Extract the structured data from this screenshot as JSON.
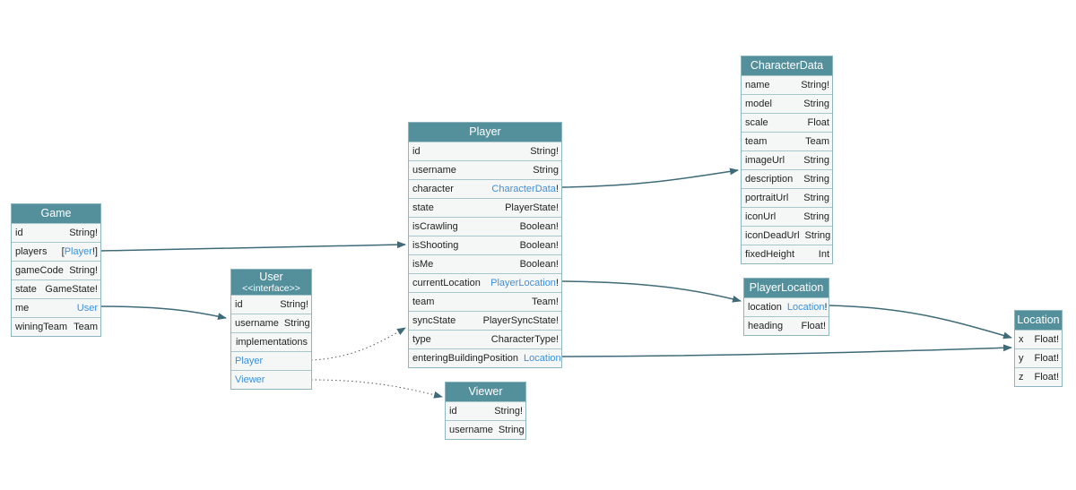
{
  "colors": {
    "header": "#548f9c",
    "row": "#f5f7f7",
    "border": "#8fb6bf",
    "link": "#3f8fd6",
    "edge": "#3f6b78"
  },
  "nodes": [
    {
      "id": "game",
      "title": "Game",
      "fields": [
        {
          "name": "id",
          "type": "String!"
        },
        {
          "name": "players",
          "pre": "[",
          "link": "Player",
          "post": "!]"
        },
        {
          "name": "gameCode",
          "type": "String!"
        },
        {
          "name": "state",
          "type": "GameState!"
        },
        {
          "name": "me",
          "link": "User",
          "post": ""
        },
        {
          "name": "winingTeam",
          "type": "Team"
        }
      ]
    },
    {
      "id": "user",
      "title": "User",
      "subtitle": "<<interface>>",
      "fields": [
        {
          "name": "id",
          "type": "String!"
        },
        {
          "name": "username",
          "type": "String"
        }
      ],
      "implementations_label": "implementations",
      "implementations": [
        "Player",
        "Viewer"
      ]
    },
    {
      "id": "player",
      "title": "Player",
      "fields": [
        {
          "name": "id",
          "type": "String!"
        },
        {
          "name": "username",
          "type": "String"
        },
        {
          "name": "character",
          "link": "CharacterData",
          "post": "!"
        },
        {
          "name": "state",
          "type": "PlayerState!"
        },
        {
          "name": "isCrawling",
          "type": "Boolean!"
        },
        {
          "name": "isShooting",
          "type": "Boolean!"
        },
        {
          "name": "isMe",
          "type": "Boolean!"
        },
        {
          "name": "currentLocation",
          "link": "PlayerLocation",
          "post": "!"
        },
        {
          "name": "team",
          "type": "Team!"
        },
        {
          "name": "syncState",
          "type": "PlayerSyncState!"
        },
        {
          "name": "type",
          "type": "CharacterType!"
        },
        {
          "name": "enteringBuildingPosition",
          "link": "Location",
          "post": ""
        }
      ]
    },
    {
      "id": "viewer",
      "title": "Viewer",
      "fields": [
        {
          "name": "id",
          "type": "String!"
        },
        {
          "name": "username",
          "type": "String"
        }
      ]
    },
    {
      "id": "characterdata",
      "title": "CharacterData",
      "fields": [
        {
          "name": "name",
          "type": "String!"
        },
        {
          "name": "model",
          "type": "String"
        },
        {
          "name": "scale",
          "type": "Float"
        },
        {
          "name": "team",
          "type": "Team"
        },
        {
          "name": "imageUrl",
          "type": "String"
        },
        {
          "name": "description",
          "type": "String"
        },
        {
          "name": "portraitUrl",
          "type": "String"
        },
        {
          "name": "iconUrl",
          "type": "String"
        },
        {
          "name": "iconDeadUrl",
          "type": "String"
        },
        {
          "name": "fixedHeight",
          "type": "Int"
        }
      ]
    },
    {
      "id": "playerlocation",
      "title": "PlayerLocation",
      "fields": [
        {
          "name": "location",
          "link": "Location",
          "post": "!"
        },
        {
          "name": "heading",
          "type": "Float!"
        }
      ]
    },
    {
      "id": "location",
      "title": "Location",
      "fields": [
        {
          "name": "x",
          "type": "Float!"
        },
        {
          "name": "y",
          "type": "Float!"
        },
        {
          "name": "z",
          "type": "Float!"
        }
      ]
    }
  ]
}
